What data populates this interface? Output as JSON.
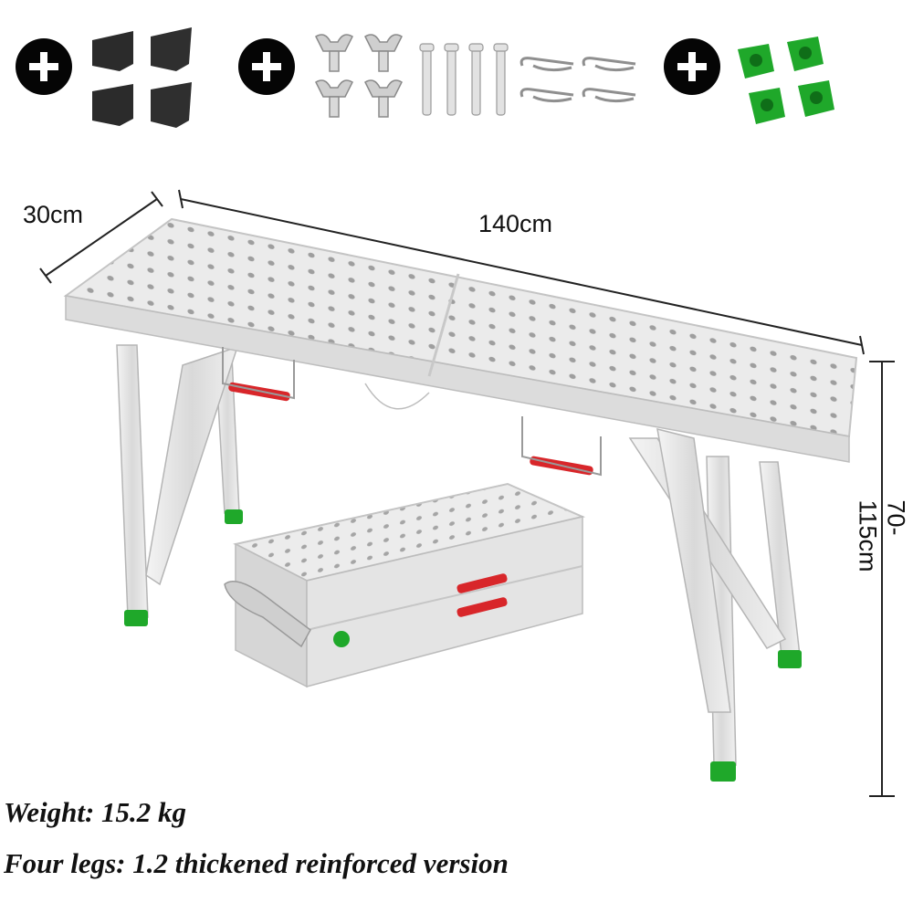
{
  "accessories": {
    "items": [
      {
        "icon": "rubber-foot-cover-icon",
        "count": 4
      },
      {
        "icon": "wing-nut-icon",
        "count": 4
      },
      {
        "icon": "pin-icon",
        "count": 4
      },
      {
        "icon": "r-clip-icon",
        "count": 4
      },
      {
        "icon": "green-foot-pad-icon",
        "count": 4
      }
    ]
  },
  "dimensions": {
    "depth": "30cm",
    "length": "140cm",
    "height": "70-115cm"
  },
  "specs": {
    "weight": "Weight: 15.2 kg",
    "legs": "Four legs: 1.2 thickened reinforced version"
  },
  "colors": {
    "plus_badge": "#050505",
    "rubber": "#2b2b2b",
    "foot_pad": "#1fa82a",
    "handle": "#d8262a",
    "aluminum": "#e6e6e6"
  }
}
